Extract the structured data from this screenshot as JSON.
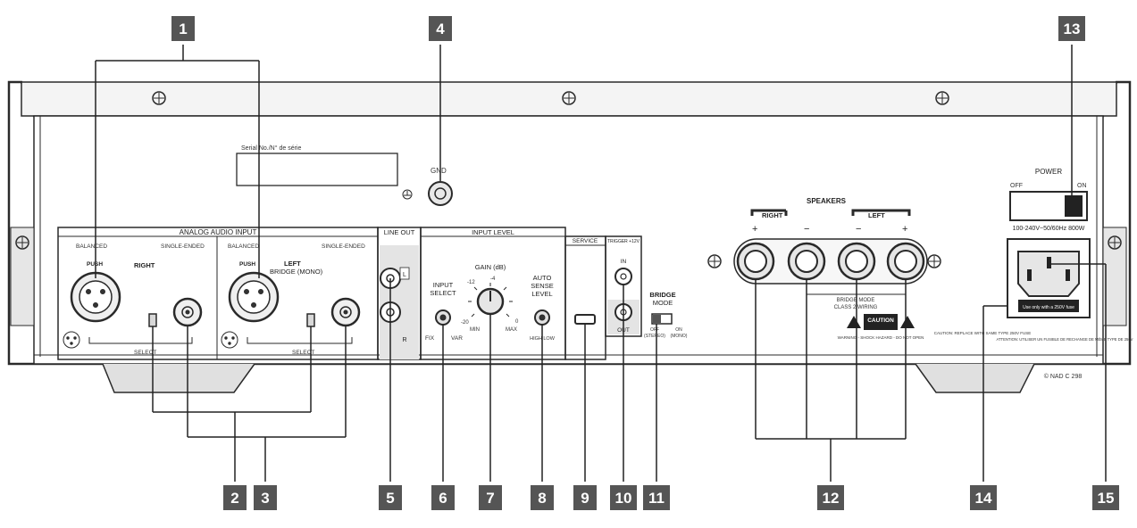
{
  "callouts": [
    "1",
    "2",
    "3",
    "4",
    "5",
    "6",
    "7",
    "8",
    "9",
    "10",
    "11",
    "12",
    "13",
    "14",
    "15"
  ],
  "labels": {
    "serial": "Serial No./N° de série",
    "gnd": "GND",
    "analog_input": "ANALOG AUDIO INPUT",
    "balanced": "BALANCED",
    "single_ended": "SINGLE-ENDED",
    "right": "RIGHT",
    "left": "LEFT",
    "bridge_mono": "BRIDGE (MONO)",
    "push": "PUSH",
    "select": "SELECT",
    "line_out": "LINE OUT",
    "line_l": "L",
    "line_r": "R",
    "input_level": "INPUT LEVEL",
    "input_select_1": "INPUT",
    "input_select_2": "SELECT",
    "fix": "FIX",
    "var": "VAR",
    "gain": "GAIN (dB)",
    "gain_m12": "-12",
    "gain_m4": "-4",
    "gain_m20": "-20",
    "gain_0": "0",
    "min": "MIN",
    "max": "MAX",
    "auto_1": "AUTO",
    "auto_2": "SENSE",
    "auto_3": "LEVEL",
    "auto_range": "HIGH   LOW",
    "service": "SERVICE",
    "trigger": "TRIGGER +12V",
    "trig_in": "IN",
    "trig_out": "OUT",
    "bridge_1": "BRIDGE",
    "bridge_2": "MODE",
    "off_stereo_1": "OFF",
    "off_stereo_2": "(STEREO)",
    "on_mono_1": "ON",
    "on_mono_2": "(MONO)",
    "speakers": "SPEAKERS",
    "spk_right": "RIGHT",
    "spk_left": "LEFT",
    "plus": "+",
    "minus": "−",
    "bridge_wiring_1": "BRIDGE MODE",
    "bridge_wiring_2": "CLASS 2 WIRING",
    "caution": "CAUTION",
    "warning_text": "WARNING - SHOCK HAZARD - DO NOT OPEN",
    "power": "POWER",
    "off": "OFF",
    "on": "ON",
    "mains": "100-240V~50/60Hz 800W",
    "fuse_text": "Use only with a 250V fuse",
    "caution_fuse": "CAUTION: REPLACE WITH SAME TYPE 250V FUSE",
    "attention_fuse": "ATTENTION: UTILISER UN FUSIBLE DE RECHANGE DE MÊME TYPE DE 250V",
    "copyright": "© NAD C 298"
  }
}
